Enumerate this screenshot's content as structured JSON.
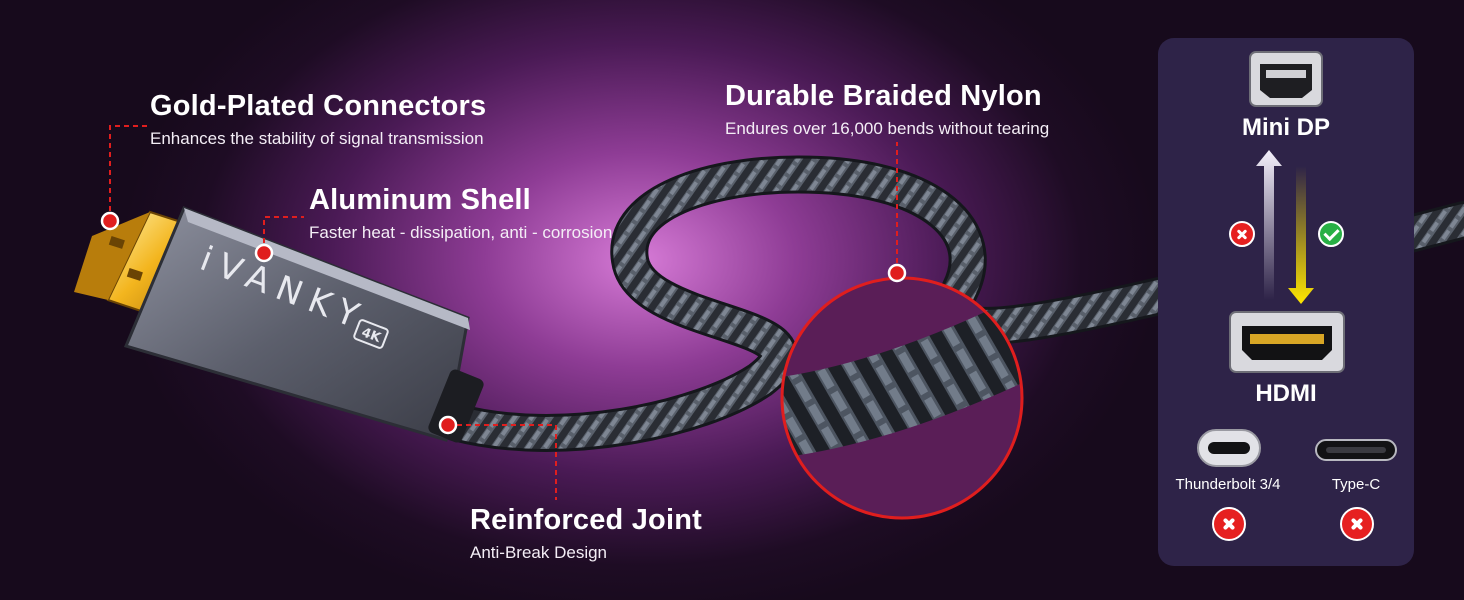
{
  "callouts": {
    "gold": {
      "title": "Gold-Plated Connectors",
      "subtitle": "Enhances the stability of signal transmission"
    },
    "shell": {
      "title": "Aluminum Shell",
      "subtitle": "Faster heat - dissipation, anti - corrosion"
    },
    "nylon": {
      "title": "Durable Braided Nylon",
      "subtitle": "Endures over 16,000 bends without tearing"
    },
    "joint": {
      "title": "Reinforced Joint",
      "subtitle": "Anti-Break Design"
    }
  },
  "product": {
    "brand": "iVANKY",
    "badge": "4K"
  },
  "compatibility": {
    "source": "Mini DP",
    "target": "HDMI",
    "reverse_supported": false,
    "forward_supported": true,
    "ports": [
      {
        "label": "Thunderbolt 3/4",
        "supported": false
      },
      {
        "label": "Type-C",
        "supported": false
      }
    ]
  },
  "colors": {
    "accent_red": "#e01e1e",
    "panel_bg": "#2e2348",
    "gold": "#f0b21c",
    "arrow_yellow": "#ffe600"
  },
  "icons": [
    "x-mark-icon",
    "check-mark-icon",
    "up-arrow-icon",
    "down-arrow-icon",
    "mini-dp-port-icon",
    "hdmi-port-icon",
    "usb-c-port-icon"
  ]
}
